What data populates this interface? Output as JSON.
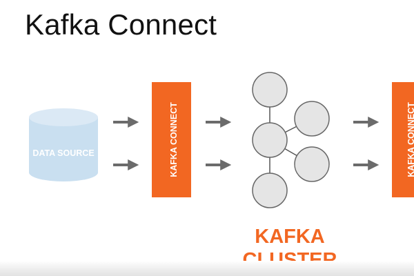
{
  "title": "Kafka Connect",
  "colors": {
    "accent": "#f26722",
    "datasource_fill": "#c9dff0",
    "node_fill": "#e5e5e5",
    "node_stroke": "#666666",
    "arrow": "#6b6b6b"
  },
  "data_source": {
    "label": "DATA SOURCE"
  },
  "connector_left": {
    "label": "KAFKA CONNECT"
  },
  "connector_right": {
    "label": "KAFKA CONNECT"
  },
  "cluster": {
    "label_line1": "KAFKA",
    "label_line2": "CLUSTER"
  }
}
